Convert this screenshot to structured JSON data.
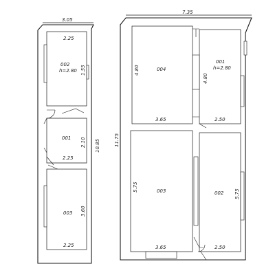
{
  "left_building": {
    "overall_width": "3.05",
    "overall_length": "10.85",
    "rooms": {
      "r002": {
        "id": "002",
        "height": "h=2.80",
        "width": "2.25",
        "length": "1.55"
      },
      "r001": {
        "id": "001",
        "width": "2.25",
        "length": "2.10"
      },
      "r003": {
        "id": "003",
        "width": "2.25",
        "length": "3.60"
      }
    }
  },
  "right_building": {
    "overall_width": "7.35",
    "overall_length": "11.75",
    "rooms": {
      "r004": {
        "id": "004",
        "width": "3.65",
        "length": "4.80"
      },
      "r001": {
        "id": "001",
        "height": "h=2.80",
        "width": "2.50",
        "length": "4.80"
      },
      "r003": {
        "id": "003",
        "width": "3.65",
        "length": "5.75"
      },
      "r002": {
        "id": "002",
        "width": "2.50",
        "length": "5.75"
      }
    }
  }
}
